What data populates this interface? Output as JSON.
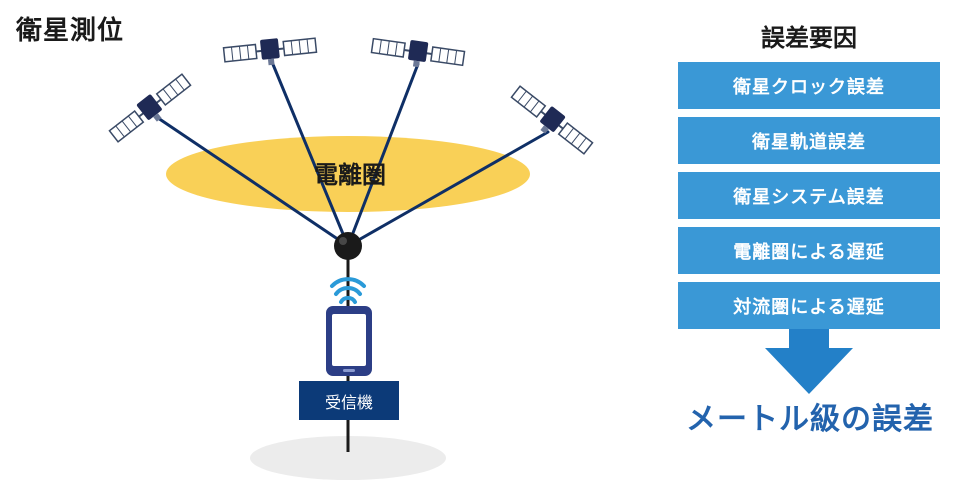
{
  "diagram": {
    "title": "衛星測位",
    "ionosphere_label": "電離圏",
    "receiver_label": "受信機"
  },
  "error_factors": {
    "title": "誤差要因",
    "items": [
      "衛星クロック誤差",
      "衛星軌道誤差",
      "衛星システム誤差",
      "電離圏による遅延",
      "対流圏による遅延"
    ],
    "result": "メートル級の誤差"
  },
  "colors": {
    "factor_box": "#3a98d6",
    "result_text": "#2363ad",
    "arrow": "#2380c8",
    "ionosphere": "#f8c83a",
    "signal_line": "#0f2f66",
    "receiver_box": "#0c3a78"
  },
  "icons": [
    "satellite-icon",
    "wifi-signal-icon",
    "smartphone-icon",
    "antenna-icon"
  ]
}
